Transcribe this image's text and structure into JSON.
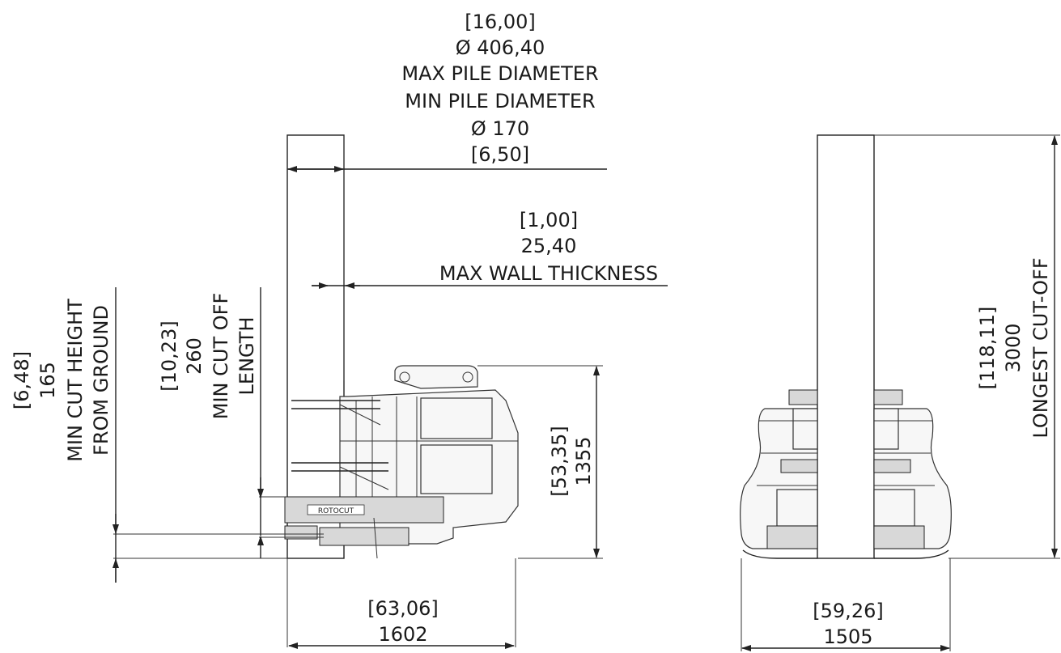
{
  "labels": {
    "max_pile_diameter": {
      "imperial": "[16,00]",
      "metric": "Ø 406,40",
      "caption": "MAX PILE DIAMETER"
    },
    "min_pile_diameter": {
      "caption": "MIN PILE DIAMETER",
      "metric": "Ø 170",
      "imperial": "[6,50]"
    },
    "max_wall_thickness": {
      "imperial": "[1,00]",
      "metric": "25,40",
      "caption": "MAX WALL THICKNESS"
    },
    "min_cut_height": {
      "imperial": "[6,48]",
      "metric": "165",
      "caption_line1": "MIN CUT HEIGHT",
      "caption_line2": "FROM GROUND"
    },
    "min_cut_off_length": {
      "imperial": "[10,23]",
      "metric": "260",
      "caption_line1": "MIN CUT OFF",
      "caption_line2": "LENGTH"
    },
    "side_height": {
      "imperial": "[53,35]",
      "metric": "1355"
    },
    "side_width": {
      "imperial": "[63,06]",
      "metric": "1602"
    },
    "longest_cut_off": {
      "imperial": "[118,11]",
      "metric": "3000",
      "caption": "LONGEST CUT-OFF"
    },
    "front_width": {
      "imperial": "[59,26]",
      "metric": "1505"
    },
    "brand_plate": "ROTOCUT"
  }
}
